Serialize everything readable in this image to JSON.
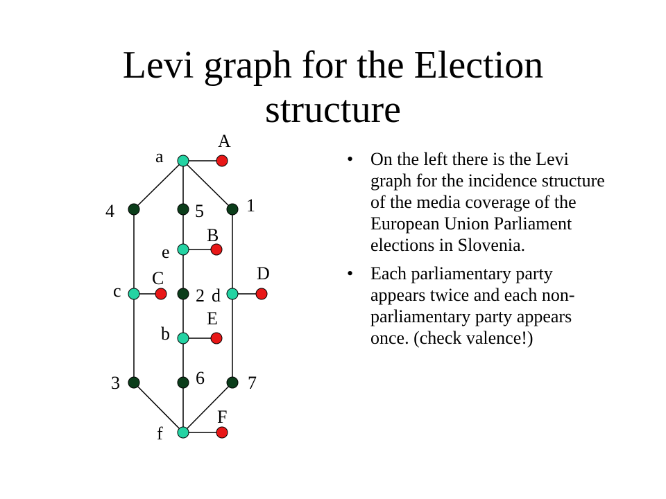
{
  "title": {
    "line1": "Levi graph for the Election",
    "line2": "structure"
  },
  "colors": {
    "green_node": "#24d3a3",
    "dark_node": "#0b3d1a",
    "red_node": "#e81717",
    "edge": "#000000"
  },
  "graph": {
    "labels": {
      "A": "A",
      "a": "a",
      "n4": "4",
      "n5": "5",
      "n1": "1",
      "B": "B",
      "e": "e",
      "D": "D",
      "C": "C",
      "c": "c",
      "n2": "2",
      "d": "d",
      "E": "E",
      "b": "b",
      "n3": "3",
      "n6": "6",
      "n7": "7",
      "F": "F",
      "f": "f"
    }
  },
  "bullets": [
    "On the left there is the Levi graph for the incidence structure of the media coverage of the European Union Parliament elections in Slovenia.",
    "Each parliamentary party appears twice and each non-parliamentary party appears once. (check valence!)"
  ]
}
